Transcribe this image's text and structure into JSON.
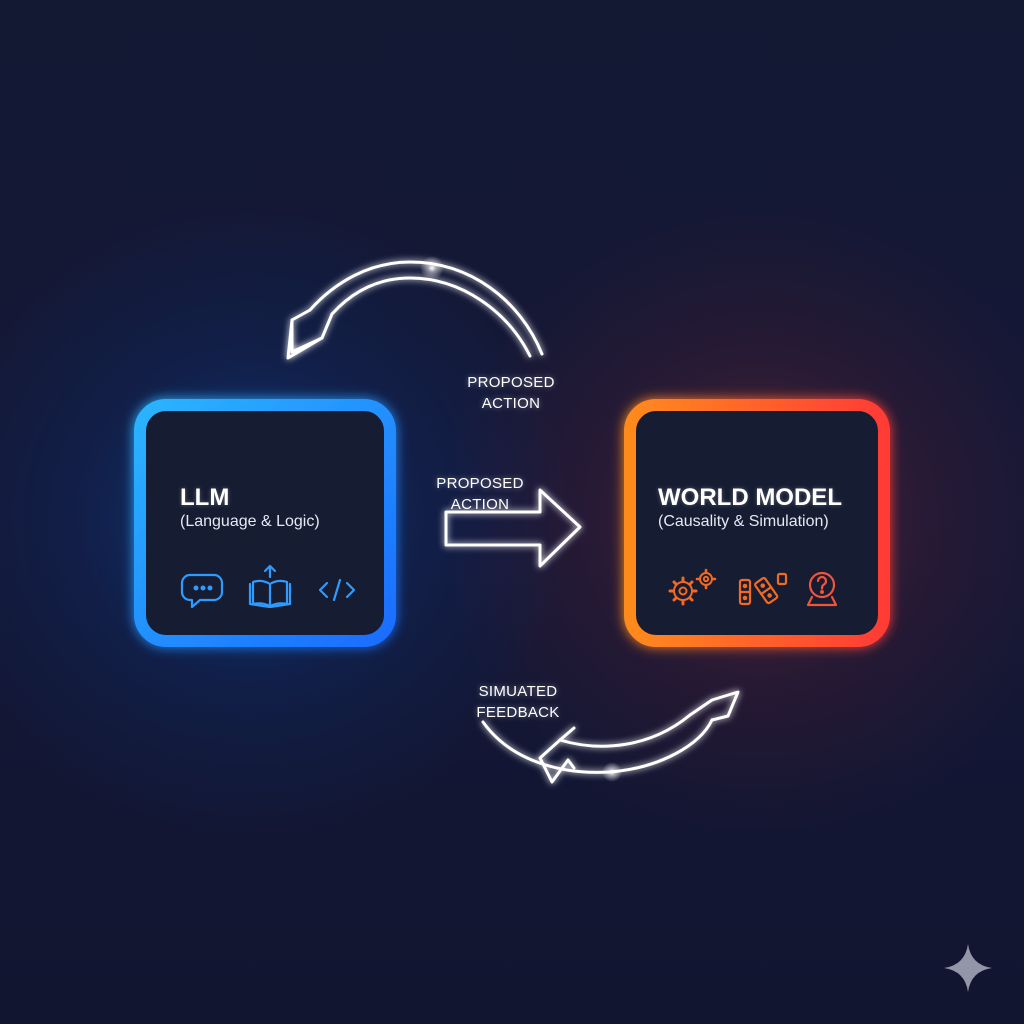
{
  "llm_chip": {
    "title": "LLM",
    "subtitle": "(Language & Logic)",
    "icons": [
      "chat-bubble-icon",
      "book-upload-icon",
      "code-brackets-icon"
    ],
    "color": "#1a9bff"
  },
  "world_model_chip": {
    "title": "WORLD MODEL",
    "subtitle": "(Causality & Simulation)",
    "icons": [
      "gears-icon",
      "dominoes-icon",
      "crystal-ball-question-icon"
    ],
    "color": "#ff5a2a"
  },
  "arrows": {
    "top_label": [
      "PROPOSED",
      "ACTION"
    ],
    "middle_label": [
      "PROPOSED",
      "ACTION"
    ],
    "bottom_label": [
      "SIMUATED",
      "FEEDBACK"
    ]
  },
  "watermark": "sparkle-icon"
}
